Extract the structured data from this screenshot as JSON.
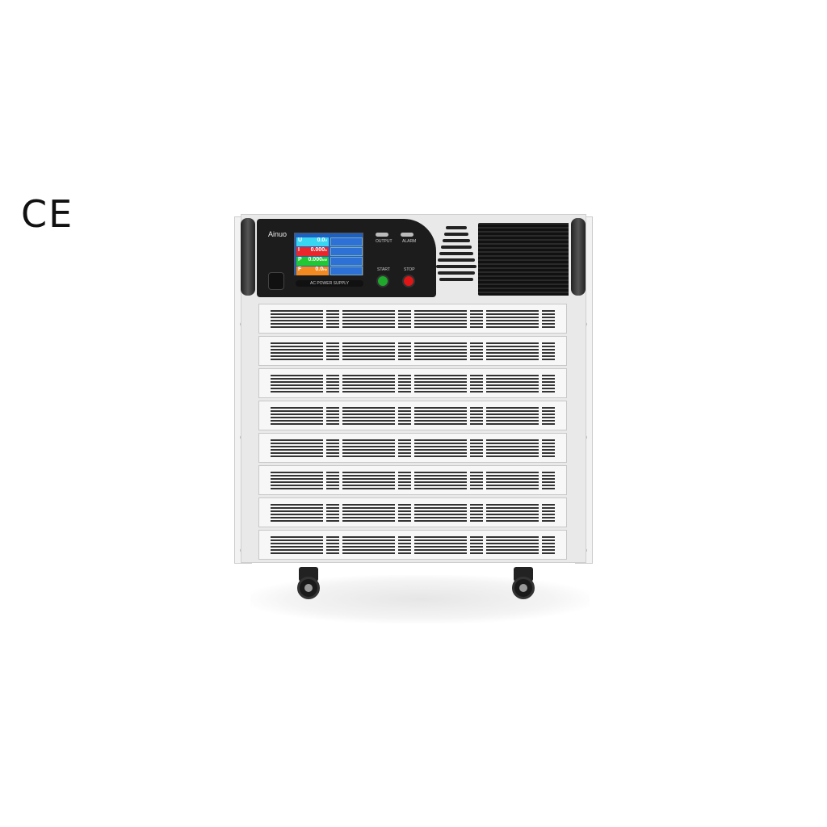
{
  "certification_mark": "CE",
  "device": {
    "brand": "Ainuo",
    "panel_label": "AC POWER SUPPLY",
    "readings": [
      {
        "label": "U",
        "value": "0.0",
        "unit": "V",
        "color": "#38d6f0"
      },
      {
        "label": "I",
        "value": "0.000",
        "unit": "A",
        "color": "#e8262c"
      },
      {
        "label": "P",
        "value": "0.000",
        "unit": "kW",
        "color": "#21c832"
      },
      {
        "label": "F",
        "value": "0.0",
        "unit": "Hz",
        "color": "#f28a21"
      }
    ],
    "indicators": {
      "output": "OUTPUT",
      "alarm": "ALARM"
    },
    "buttons": {
      "start": "START",
      "stop": "STOP",
      "start_color": "#1fa82c",
      "stop_color": "#e01515"
    }
  }
}
